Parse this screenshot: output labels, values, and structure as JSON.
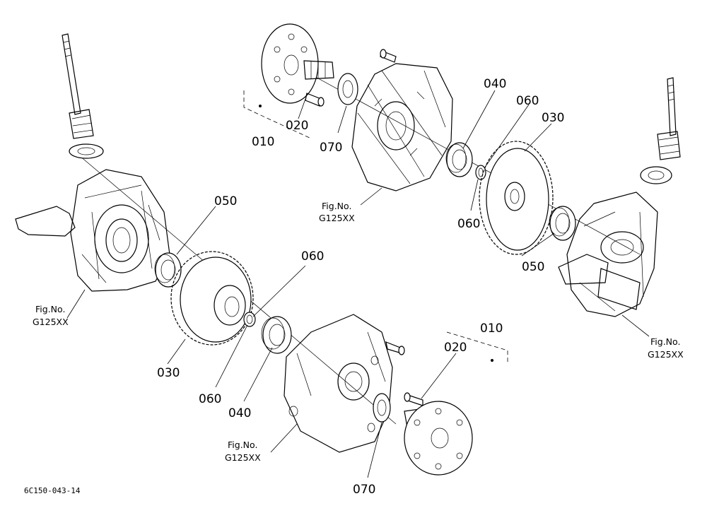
{
  "diagram": {
    "code": "6C150-043-14",
    "parts": {
      "p010": "010",
      "p020": "020",
      "p030": "030",
      "p040": "040",
      "p050": "050",
      "p060": "060",
      "p070": "070"
    },
    "fig_ref": {
      "line1": "Fig.No.",
      "line2": "G125XX"
    }
  }
}
